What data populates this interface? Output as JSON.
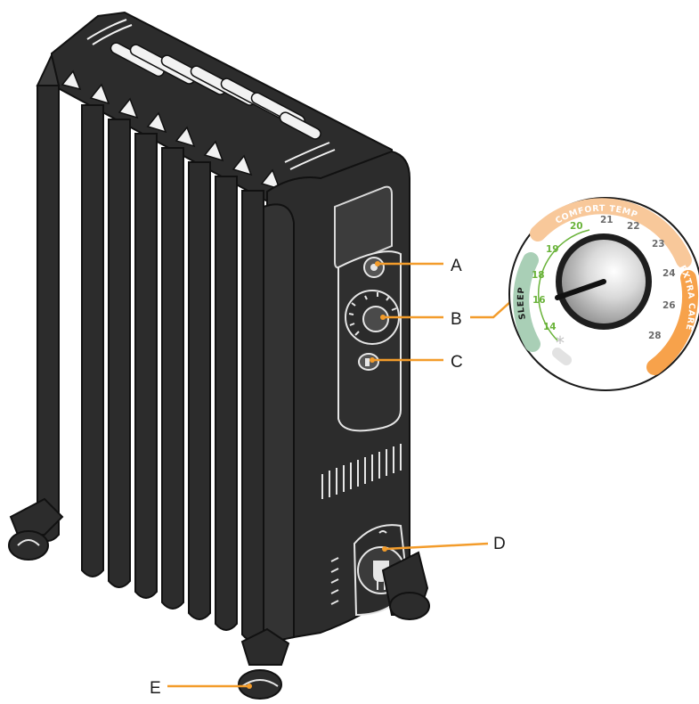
{
  "callouts": {
    "a": "A",
    "b": "B",
    "c": "C",
    "d": "D",
    "e": "E"
  },
  "dial": {
    "comfort_label": "COMFORT TEMP",
    "extra_care_label": "EXTRA CARE",
    "sleep_label": "SLEEP",
    "green_numbers": [
      "14",
      "16",
      "18",
      "19",
      "20"
    ],
    "grey_numbers": [
      "21",
      "22",
      "23",
      "24",
      "26",
      "28"
    ],
    "frost_symbol": "*"
  },
  "colors": {
    "callout_line": "#f39c2b",
    "comfort_band": "#f8c89a",
    "extra_care_band": "#f7a24b",
    "sleep_band": "#a9cfb6",
    "green_numbers": "#6ab33a",
    "grey_numbers": "#6b6b6b",
    "heater_body": "#2c2c2c"
  }
}
